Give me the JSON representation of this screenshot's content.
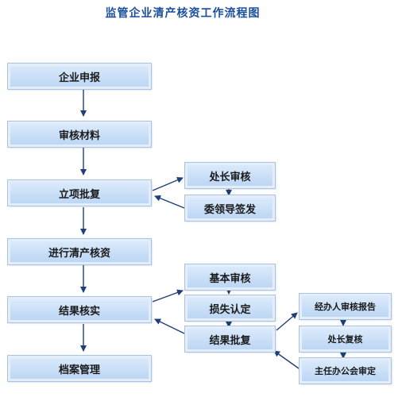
{
  "title": "监管企业清产核资工作流程图",
  "main_steps": [
    "企业申报",
    "审核材料",
    "立项批复",
    "进行清产核资",
    "结果核实",
    "档案管理"
  ],
  "approval_steps": [
    "处长审核",
    "委领导签发"
  ],
  "verification_steps": [
    "基本审核",
    "损失认定",
    "结果批复"
  ],
  "result_approval_steps": [
    "经办人审核报告",
    "处长复核",
    "主任办公会审定"
  ],
  "colors": {
    "box_fill": "#c8def6",
    "box_border": "#a9c3e4",
    "arrow": "#1f3f78",
    "title": "#1a4f9c"
  }
}
